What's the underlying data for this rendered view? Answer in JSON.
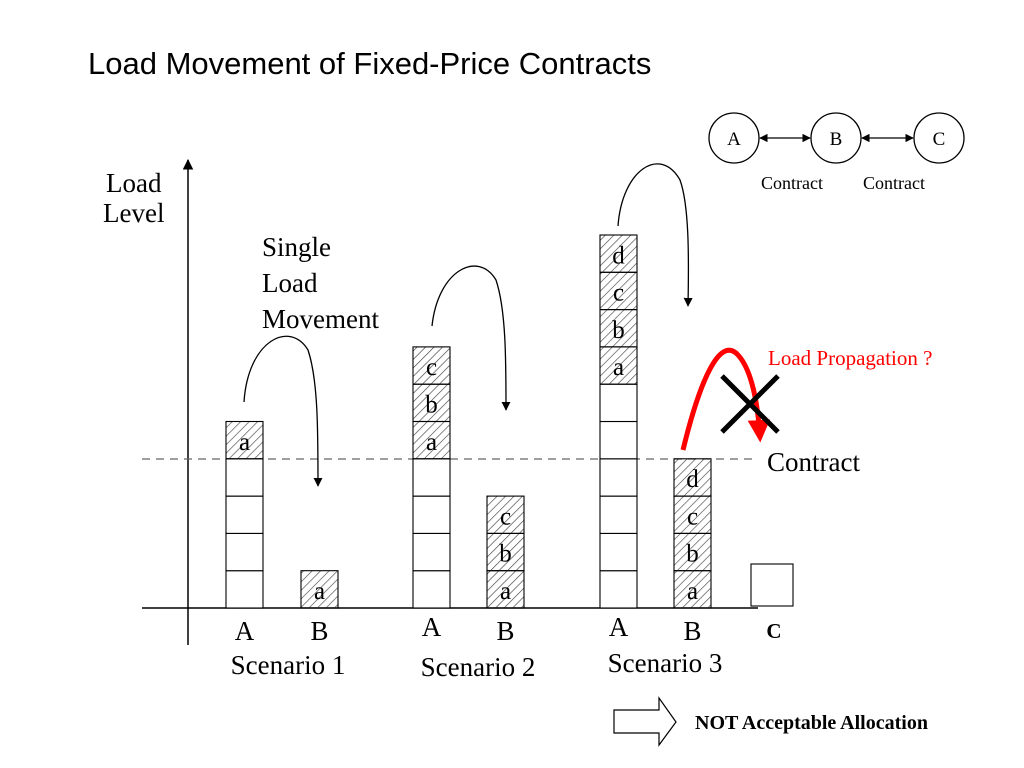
{
  "title": "Load Movement of Fixed-Price Contracts",
  "axis": {
    "label_line1": "Load",
    "label_line2": "Level"
  },
  "annotations": {
    "single_line1": "Single",
    "single_line2": "Load",
    "single_line3": "Movement",
    "contract_line": "Contract",
    "propagation": "Load Propagation ?",
    "not_acceptable": "NOT Acceptable Allocation"
  },
  "network": {
    "nodes": [
      "A",
      "B",
      "C"
    ],
    "link_labels": [
      "Contract",
      "Contract"
    ]
  },
  "scenarios": [
    {
      "label": "Scenario 1",
      "columns": [
        {
          "name": "A",
          "plain_units": 4,
          "loads": [
            "a"
          ]
        },
        {
          "name": "B",
          "plain_units": 0,
          "loads": [
            "a"
          ]
        }
      ]
    },
    {
      "label": "Scenario 2",
      "columns": [
        {
          "name": "A",
          "plain_units": 4,
          "loads": [
            "a",
            "b",
            "c"
          ]
        },
        {
          "name": "B",
          "plain_units": 0,
          "loads": [
            "a",
            "b",
            "c"
          ]
        }
      ]
    },
    {
      "label": "Scenario 3",
      "columns": [
        {
          "name": "A",
          "plain_units": 6,
          "loads": [
            "a",
            "b",
            "c",
            "d"
          ]
        },
        {
          "name": "B",
          "plain_units": 0,
          "loads": [
            "a",
            "b",
            "c",
            "d"
          ]
        }
      ]
    }
  ],
  "extra_column": {
    "name": "C",
    "plain_units": 1
  },
  "colors": {
    "ink": "#000000",
    "propagation": "#ff0000",
    "dashed": "#666666"
  }
}
